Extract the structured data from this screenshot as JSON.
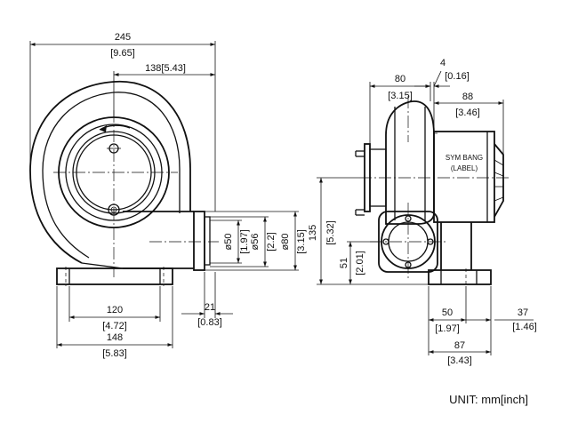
{
  "dimensions": {
    "overall_width": {
      "mm": "245",
      "inch": "[9.65]"
    },
    "center_to_outlet": {
      "combined": "138[5.43]"
    },
    "base_inner": {
      "mm": "120",
      "inch": "[4.72]"
    },
    "base_outer": {
      "mm": "148",
      "inch": "[5.83]"
    },
    "flange_thickness": {
      "mm": "21",
      "inch": "[0.83]"
    },
    "outlet_inner_dia": {
      "mm": "ø50",
      "inch": "[1.97]"
    },
    "outlet_mid_dia": {
      "mm": "ø56",
      "inch": "[2.2]"
    },
    "outlet_outer_dia": {
      "mm": "ø80",
      "inch": "[3.15]"
    },
    "side_housing_width": {
      "mm": "80",
      "inch": "[3.15]"
    },
    "side_gap": {
      "mm": "4",
      "inch": "[0.16]"
    },
    "side_motor_length": {
      "mm": "88",
      "inch": "[3.46]"
    },
    "overall_height": {
      "mm": "135",
      "inch": "[5.32]"
    },
    "outlet_center_height": {
      "mm": "51",
      "inch": "[2.01]"
    },
    "side_center_offset": {
      "mm": "50",
      "inch": "[1.97]"
    },
    "side_foot_offset": {
      "mm": "37",
      "inch": "[1.46]"
    },
    "side_base_width": {
      "mm": "87",
      "inch": "[3.43]"
    }
  },
  "motor_label": {
    "line1": "SYM BANG",
    "line2": "(LABEL)"
  },
  "unit_note": "UNIT: mm[inch]"
}
